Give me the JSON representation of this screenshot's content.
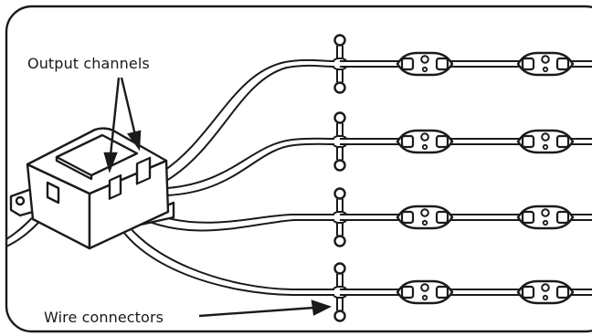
{
  "labels": {
    "output_channels": "Output channels",
    "wire_connectors": "Wire connectors"
  },
  "colors": {
    "stroke": "#1a1a1a",
    "box_fill": "#ffffff",
    "background": "#ffffff"
  },
  "strands": 4,
  "modules_per_strand": 2
}
